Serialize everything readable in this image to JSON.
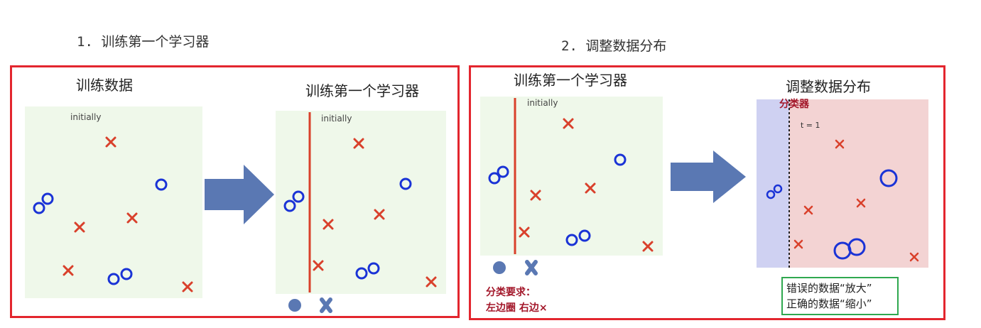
{
  "steps": {
    "step1_title": "1. 训练第一个学习器",
    "step2_title": "2. 调整数据分布"
  },
  "panel_a": {
    "heading": "训练数据",
    "label": "initially"
  },
  "panel_b": {
    "heading": "训练第一个学习器",
    "label": "initially"
  },
  "panel_c": {
    "heading": "训练第一个学习器",
    "label": "initially",
    "requirement_line1": "分类要求：",
    "requirement_line2": "左边圈  右边×"
  },
  "panel_d": {
    "heading": "调整数据分布",
    "classifier_label": "分类器",
    "t_label": "t = 1",
    "note_line1": "错误的数据“放大”",
    "note_line2": "正确的数据“缩小”"
  },
  "colors": {
    "frame": "#e3262e",
    "cross": "#d9402b",
    "circle": "#1a33d6",
    "arrow": "#5a78b3",
    "panel_bg": "#eff8ea",
    "left_region": "#cfd1f2",
    "right_region": "#f3d3d3",
    "note_border": "#2fa84f"
  },
  "icons": [
    "circle-marker-icon",
    "cross-marker-icon",
    "right-arrow-icon"
  ]
}
